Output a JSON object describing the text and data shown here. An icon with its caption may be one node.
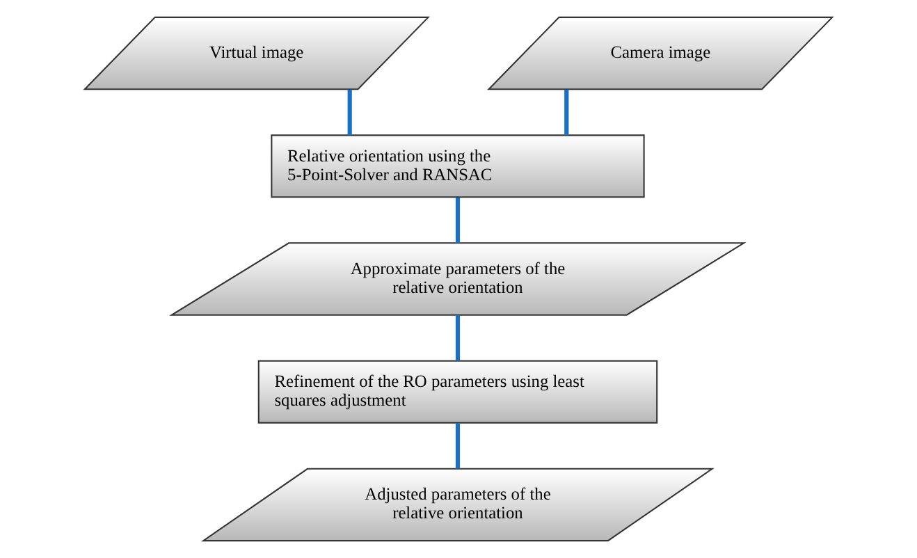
{
  "diagram": {
    "nodes": [
      {
        "text": [
          "Virtual image"
        ]
      },
      {
        "text": [
          "Camera image"
        ]
      },
      {
        "text": [
          "Relative orientation using the 5-Point-Solver and RANSAC"
        ]
      },
      {
        "text": [
          "Approximate parameters of the relative orientation"
        ]
      },
      {
        "text": [
          "Refinement of the RO parameters using least squares adjustment"
        ]
      },
      {
        "text": [
          "Adjusted parameters of the relative orientation"
        ]
      }
    ],
    "edges": [
      {
        "from": 0,
        "to": 2,
        "arrow": "none"
      },
      {
        "from": 1,
        "to": 2,
        "arrow": "none"
      },
      {
        "from": 2,
        "to": 3,
        "arrow": "none"
      },
      {
        "from": 3,
        "to": 4,
        "arrow": "none"
      },
      {
        "from": 4,
        "to": 5,
        "arrow": "none"
      }
    ]
  }
}
